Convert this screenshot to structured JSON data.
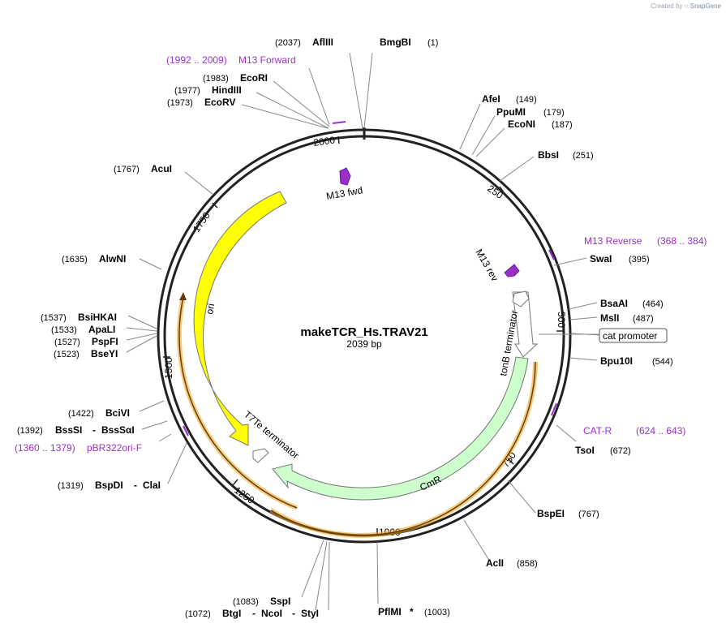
{
  "credit": {
    "prefix": "Created by",
    "brand": "SnapGene"
  },
  "plasmid": {
    "name": "makeTCR_Hs.TRAV21",
    "length_label": "2039 bp",
    "length": 2039
  },
  "ticks": [
    "250",
    "500",
    "750",
    "1000",
    "1250",
    "1500",
    "1750",
    "2000"
  ],
  "features": {
    "m13fwd": "M13 fwd",
    "m13rev": "M13 rev",
    "tonb": "tonB terminator",
    "cat_promoter": "cat promoter",
    "cmr": "CmR",
    "t7te": "T7Te terminator",
    "ori": "ori"
  },
  "primers": {
    "m13_forward": {
      "name": "M13 Forward",
      "range": "(1992 .. 2009)"
    },
    "m13_reverse": {
      "name": "M13 Reverse",
      "range": "(368 .. 384)"
    },
    "cat_r": {
      "name": "CAT-R",
      "range": "(624 .. 643)"
    },
    "pbr322": {
      "name": "pBR322ori-F",
      "range": "(1360 .. 1379)"
    }
  },
  "sites": {
    "afliii": {
      "name": "AflIII",
      "pos": "(2037)"
    },
    "bmgbi": {
      "name": "BmgBI",
      "pos": "(1)"
    },
    "ecori": {
      "name": "EcoRI",
      "pos": "(1983)"
    },
    "hindiii": {
      "name": "HindIII",
      "pos": "(1977)"
    },
    "ecorv": {
      "name": "EcoRV",
      "pos": "(1973)"
    },
    "afei": {
      "name": "AfeI",
      "pos": "(149)"
    },
    "ppumi": {
      "name": "PpuMI",
      "pos": "(179)"
    },
    "econi": {
      "name": "EcoNI",
      "pos": "(187)"
    },
    "bbsi": {
      "name": "BbsI",
      "pos": "(251)"
    },
    "acui": {
      "name": "AcuI",
      "pos": "(1767)"
    },
    "swai": {
      "name": "SwaI",
      "pos": "(395)"
    },
    "alwni": {
      "name": "AlwNI",
      "pos": "(1635)"
    },
    "bsaai": {
      "name": "BsaAI",
      "pos": "(464)"
    },
    "msli": {
      "name": "MslI",
      "pos": "(487)"
    },
    "bsihkai": {
      "name": "BsiHKAI",
      "pos": "(1537)"
    },
    "apali": {
      "name": "ApaLI",
      "pos": "(1533)"
    },
    "pspfi": {
      "name": "PspFI",
      "pos": "(1527)"
    },
    "bseyi": {
      "name": "BseYI",
      "pos": "(1523)"
    },
    "bpu10i": {
      "name": "Bpu10I",
      "pos": "(544)"
    },
    "bcivi": {
      "name": "BciVI",
      "pos": "(1422)"
    },
    "bsssi": {
      "name": "BssSI",
      "pos": "(1392)",
      "sep": "-",
      "name2": "BssSαI"
    },
    "tsoi": {
      "name": "TsoI",
      "pos": "(672)"
    },
    "bspdi": {
      "name": "BspDI",
      "pos": "(1319)",
      "sep": "-",
      "name2": "ClaI"
    },
    "bspei": {
      "name": "BspEI",
      "pos": "(767)"
    },
    "acli": {
      "name": "AclI",
      "pos": "(858)"
    },
    "sspi": {
      "name": "SspI",
      "pos": "(1083)"
    },
    "btgi": {
      "name": "BtgI",
      "pos": "(1072)",
      "sep": "-",
      "name2": "NcoI",
      "sep2": "-",
      "name3": "StyI"
    },
    "pflmi": {
      "name": "PflMI",
      "pos": "(1003)",
      "mark": "*"
    }
  },
  "colors": {
    "backbone": "#222222",
    "primer": "#9b30c8",
    "ori": "#ffff00",
    "cmr": "#ccffcc",
    "orf": "#e8a317",
    "terminator": "#ffffff"
  }
}
